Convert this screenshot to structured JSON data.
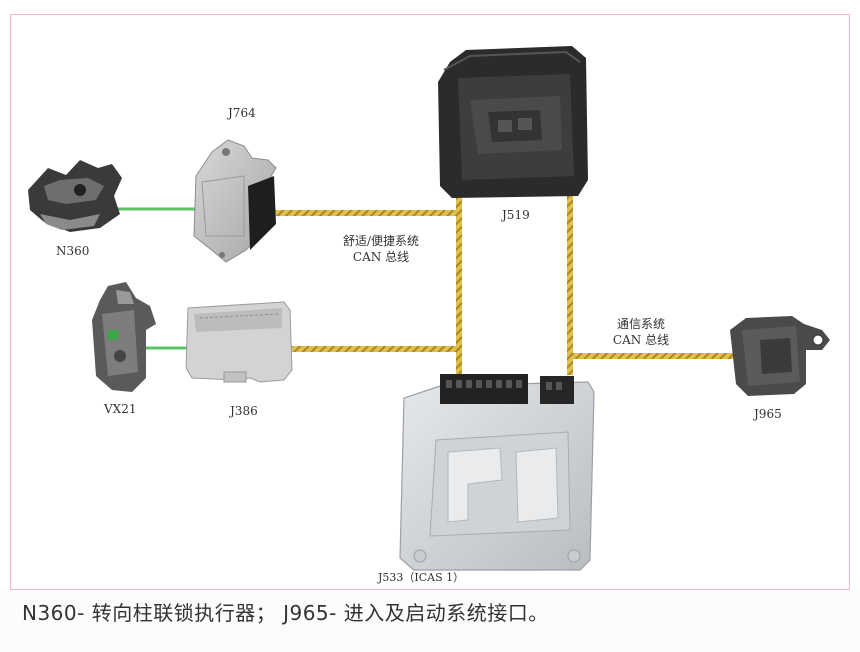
{
  "components": {
    "n360": "N360",
    "j764": "J764",
    "j519": "J519",
    "vx21": "VX21",
    "j386": "J386",
    "j965": "J965",
    "j533": "J533（ICAS 1）"
  },
  "buses": {
    "comfort": {
      "line1": "舒适/便捷系统",
      "line2": "CAN 总线"
    },
    "infotainment": {
      "line1": "通信系统",
      "line2": "CAN 总线"
    }
  },
  "caption": "N360- 转向柱联锁执行器； J965- 进入及启动系统接口。",
  "colors": {
    "can_bus": "#d9b13a",
    "lin_bus": "#5cc267",
    "frame": "#f2b8c6"
  }
}
